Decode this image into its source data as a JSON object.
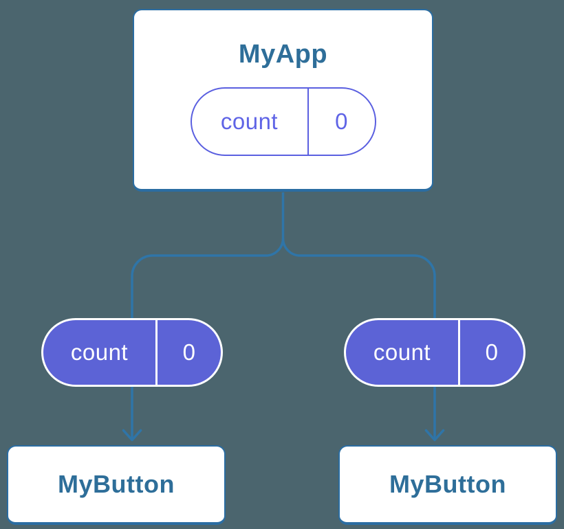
{
  "colors": {
    "background": "#4b656e",
    "connector_blue": "#2f75a8",
    "card_border_blue": "#2b6da2",
    "heading_blue": "#2e6e99",
    "state_pill_indigo": "#5a5fe0",
    "prop_pill_purple": "#5c63d6",
    "card_white": "#ffffff"
  },
  "diagram": {
    "root": {
      "title": "MyApp",
      "state_pill": {
        "label": "count",
        "value": "0"
      }
    },
    "children": [
      {
        "title": "MyButton",
        "prop_pill": {
          "label": "count",
          "value": "0"
        }
      },
      {
        "title": "MyButton",
        "prop_pill": {
          "label": "count",
          "value": "0"
        }
      }
    ]
  }
}
